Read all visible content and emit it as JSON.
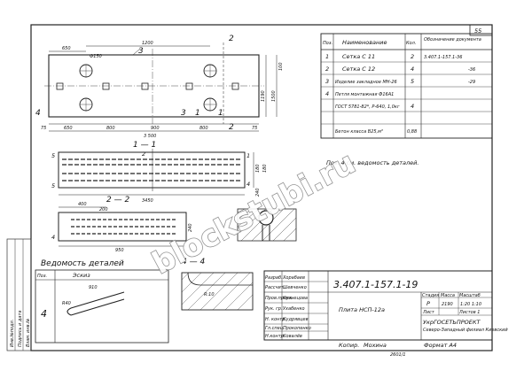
{
  "page_number": "55",
  "spec_table": {
    "headers": {
      "pos": "Поз.",
      "name": "Наименование",
      "qty": "Кол.",
      "doc": "Обозначение документа"
    },
    "rows": [
      {
        "pos": "1",
        "name": "Сетка С 11",
        "qty": "2",
        "doc": "3.407.1-157.1-36"
      },
      {
        "pos": "2",
        "name": "Сетка С 12",
        "qty": "4",
        "doc": "-36"
      },
      {
        "pos": "3",
        "name": "Изделие закладное МН-26",
        "qty": "5",
        "doc": "-29"
      },
      {
        "pos": "4",
        "name": "Петля монтажная Ф16А1",
        "qty": "4",
        "doc": ""
      },
      {
        "pos": "",
        "name": "ГОСТ 5781-82*, Р-640, 1,0кг",
        "qty": "",
        "doc": ""
      },
      {
        "pos": "",
        "name": "Бетон класса В25,м³",
        "qty": "0,88",
        "doc": ""
      }
    ]
  },
  "note": "Поз. 4 см. ведомость деталей.",
  "plan_view": {
    "hole_label": "Ф150",
    "dims_top": [
      "650",
      "1200"
    ],
    "dims_bottom": [
      "75",
      "650",
      "800",
      "900",
      "800",
      "75"
    ],
    "total_length": "3 500",
    "height_dims": [
      "1190",
      "1500",
      "100"
    ],
    "callouts": [
      "2",
      "3",
      "4",
      "3",
      "1",
      "1",
      "2"
    ]
  },
  "section_1_1": {
    "title": "1 — 1",
    "callouts": [
      "5",
      "2",
      "1",
      "4",
      "5"
    ],
    "dims": [
      "3450",
      "180",
      "180",
      "240"
    ]
  },
  "section_2_2": {
    "title": "2 — 2",
    "dims": [
      "400",
      "200",
      "950",
      "240"
    ],
    "callouts": [
      "4"
    ]
  },
  "section_4_4": {
    "title": "4 — 4",
    "label": "R:10"
  },
  "details_sheet": {
    "title": "Ведомость деталей",
    "col_pos": "Поз.",
    "col_sketch": "Эскиз",
    "row_pos": "4",
    "dims": [
      "R40",
      "910"
    ]
  },
  "side_stamp": [
    "Инв.№подл.",
    "Подпись и дата",
    "Взам. инв.№"
  ],
  "title_block": {
    "designation": "3.407.1-157.1-19",
    "product": "Плита НСП-12а",
    "roles": [
      {
        "role": "Разраб.",
        "name": "Хорабаев"
      },
      {
        "role": "Рассчит.",
        "name": "Шевченко"
      },
      {
        "role": "Пров.проек.",
        "name": "Кузнецова"
      },
      {
        "role": "Рук. гр.",
        "name": "Ухабенко"
      },
      {
        "role": "Н. контр.",
        "name": "Кудрявцев"
      },
      {
        "role": "Гл.спец.",
        "name": "Прокопенко"
      },
      {
        "role": "Н.контр.",
        "name": "Ковалёв"
      }
    ],
    "stage_head": "Стадия",
    "mass_head": "Масса",
    "scale_head": "Масштаб",
    "stage": "Р",
    "mass": "2190",
    "scale": "1:20\n1:10",
    "sheet": "Лист",
    "sheets": "Листов 1",
    "org": "УкрГОСЕТЬПРОЕКТ",
    "org_sub": "Северо-Западный филиал Киевский"
  },
  "bottom": {
    "copied": "Копир.",
    "copied_by": "Мохина",
    "format": "Формат А4",
    "code": "2601/1"
  },
  "watermark": "blockstubi.ru"
}
